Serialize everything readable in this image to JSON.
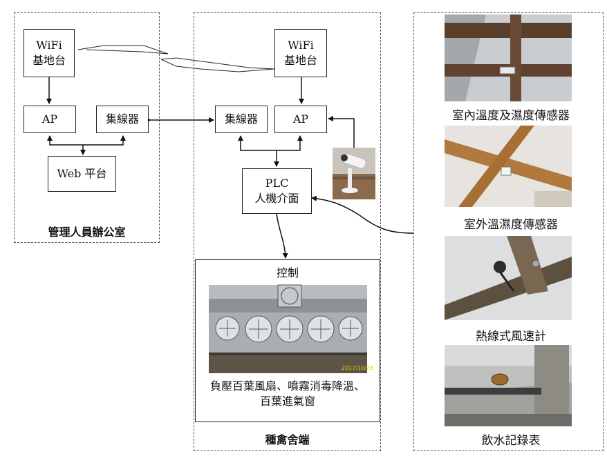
{
  "office": {
    "label": "管理人員辦公室",
    "wifi_line1": "WiFi",
    "wifi_line2": "基地台",
    "ap": "AP",
    "hub": "集線器",
    "web": "Web 平台"
  },
  "farm": {
    "label": "種禽舍端",
    "wifi_line1": "WiFi",
    "wifi_line2": "基地台",
    "hub": "集線器",
    "ap": "AP",
    "plc_line1": "PLC",
    "plc_line2": "人機介面",
    "control_title": "控制",
    "photo_date": "2017/10/26",
    "control_caption_line1": "負壓百葉風扇、噴霧消毒降溫、",
    "control_caption_line2": "百葉進氣窗"
  },
  "sensors": [
    "室內溫度及濕度傳感器",
    "室外溫濕度傳感器",
    "熱線式風速計",
    "飲水記錄表"
  ]
}
